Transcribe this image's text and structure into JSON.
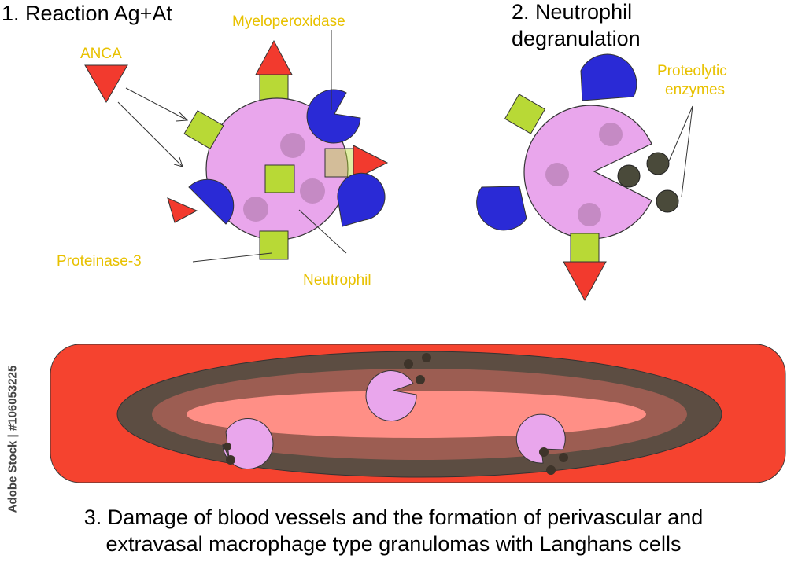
{
  "titles": {
    "step1": "1. Reaction Ag+At",
    "step2_line1": "2. Neutrophil",
    "step2_line2": "degranulation"
  },
  "labels": {
    "myeloperoxidase": "Myeloperoxidase",
    "anca": "ANCA",
    "proteinase3": "Proteinase-3",
    "neutrophil": "Neutrophil",
    "proteolytic_line1": "Proteolytic",
    "proteolytic_line2": "enzymes"
  },
  "caption": {
    "line1": "3. Damage of blood vessels and the formation of perivascular and",
    "line2": "extravasal macrophage type granulomas with Langhans cells"
  },
  "watermark": "Adobe Stock | #106053225",
  "colors": {
    "cell": "#e9a6ec",
    "granule": "#c58ac4",
    "square": "#b8d936",
    "triangle": "#f23a2e",
    "pacman": "#2a2ad6",
    "enzyme": "#4a4a3a",
    "vessel": "#f5432f",
    "label": "#e8c100"
  }
}
